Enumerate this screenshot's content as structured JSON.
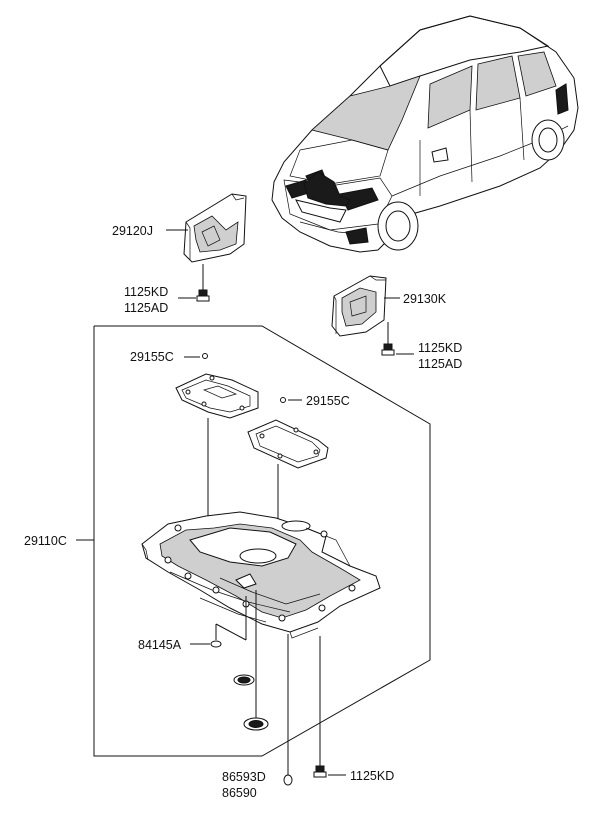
{
  "labels": {
    "side_cover_left": "29120J",
    "bolt_left_line1": "1125KD",
    "bolt_left_line2": "1125AD",
    "side_cover_right": "29130K",
    "bolt_right_line1": "1125KD",
    "bolt_right_line2": "1125AD",
    "service_cover_1": "29155C",
    "service_cover_2": "29155C",
    "under_cover": "29110C",
    "plug": "84145A",
    "clip_line1": "86593D",
    "clip_line2": "86590",
    "bolt_bottom": "1125KD"
  }
}
